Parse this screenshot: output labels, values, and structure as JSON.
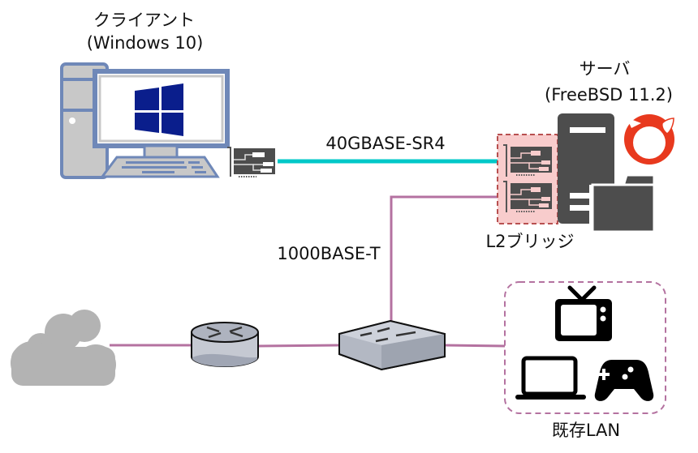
{
  "client": {
    "title": "クライアント",
    "os": "(Windows 10)"
  },
  "server": {
    "title": "サーバ",
    "os": "(FreeBSD 11.2)",
    "bridge_label": "L2ブリッジ"
  },
  "links": {
    "fiber_label": "40GBASE-SR4",
    "copper_label": "1000BASE-T"
  },
  "lan": {
    "label": "既存LAN",
    "devices": [
      "tv-icon",
      "laptop-icon",
      "gamepad-icon"
    ]
  },
  "colors": {
    "fiber": "#00c8c8",
    "copper": "#b472a0",
    "bridge_fill": "#f8cccc",
    "bridge_border": "#b85050",
    "freebsd": "#e8391e",
    "server": "#4d4d4d",
    "cloud": "#b3b3b3",
    "windows": "#0a1e8c",
    "pc_frame": "#6f88b8"
  }
}
